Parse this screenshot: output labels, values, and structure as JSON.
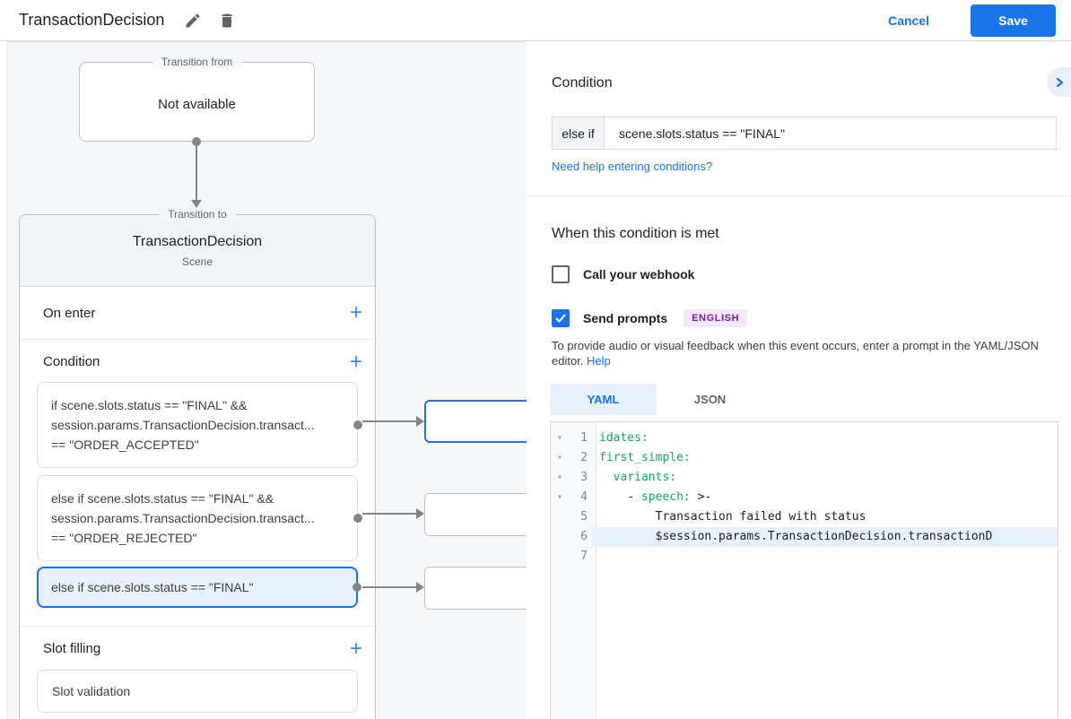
{
  "header": {
    "title": "TransactionDecision",
    "cancel_label": "Cancel",
    "save_label": "Save"
  },
  "flow": {
    "transition_from": {
      "label": "Transition from",
      "value": "Not available"
    },
    "transition_to": {
      "label": "Transition to",
      "title": "TransactionDecision",
      "subtitle": "Scene",
      "on_enter_label": "On enter",
      "condition_label": "Condition",
      "slot_filling_label": "Slot filling",
      "conditions": [
        {
          "selected": false,
          "lines": [
            "if scene.slots.status == \"FINAL\" &&",
            "session.params.TransactionDecision.transact...",
            "== \"ORDER_ACCEPTED\""
          ]
        },
        {
          "selected": false,
          "lines": [
            "else if scene.slots.status == \"FINAL\" &&",
            "session.params.TransactionDecision.transact...",
            "== \"ORDER_REJECTED\""
          ]
        },
        {
          "selected": true,
          "lines": [
            "else if scene.slots.status == \"FINAL\""
          ]
        }
      ],
      "slot_validation_label": "Slot validation"
    }
  },
  "panel": {
    "condition_heading": "Condition",
    "condition_prefix": "else if",
    "condition_value": "scene.slots.status == \"FINAL\"",
    "help_link": "Need help entering conditions?",
    "when_heading": "When this condition is met",
    "webhook_label": "Call your webhook",
    "webhook_checked": false,
    "send_prompts_label": "Send prompts",
    "send_prompts_checked": true,
    "language_badge": "ENGLISH",
    "prompt_hint": "To provide audio or visual feedback when this event occurs, enter a prompt in the YAML/JSON editor.",
    "prompt_hint_link": "Help",
    "tabs": {
      "yaml": "YAML",
      "json": "JSON",
      "active": "YAML"
    },
    "editor": {
      "lines": [
        {
          "num": 1,
          "fold": true,
          "highlighted": false,
          "segments": [
            {
              "text": "idates:",
              "type": "key"
            }
          ]
        },
        {
          "num": 2,
          "fold": true,
          "highlighted": false,
          "segments": [
            {
              "text": "first_simple:",
              "type": "key"
            }
          ]
        },
        {
          "num": 3,
          "fold": true,
          "highlighted": false,
          "segments": [
            {
              "text": "  ",
              "type": "plain"
            },
            {
              "text": "variants:",
              "type": "key"
            }
          ]
        },
        {
          "num": 4,
          "fold": true,
          "highlighted": false,
          "segments": [
            {
              "text": "    - ",
              "type": "plain"
            },
            {
              "text": "speech:",
              "type": "key"
            },
            {
              "text": " >-",
              "type": "plain"
            }
          ]
        },
        {
          "num": 5,
          "fold": false,
          "highlighted": false,
          "segments": [
            {
              "text": "        Transaction failed with status",
              "type": "plain"
            }
          ]
        },
        {
          "num": 6,
          "fold": false,
          "highlighted": true,
          "segments": [
            {
              "text": "        $session.params.TransactionDecision.transactionD",
              "type": "plain"
            }
          ]
        },
        {
          "num": 7,
          "fold": false,
          "highlighted": false,
          "segments": []
        }
      ]
    }
  },
  "colors": {
    "accent_blue": "#1a73e8",
    "selected_bg": "#e8f1fd",
    "yaml_key_green": "#1aa260",
    "badge_purple_bg": "#f3e8fd",
    "badge_purple_text": "#7b1fa2"
  }
}
